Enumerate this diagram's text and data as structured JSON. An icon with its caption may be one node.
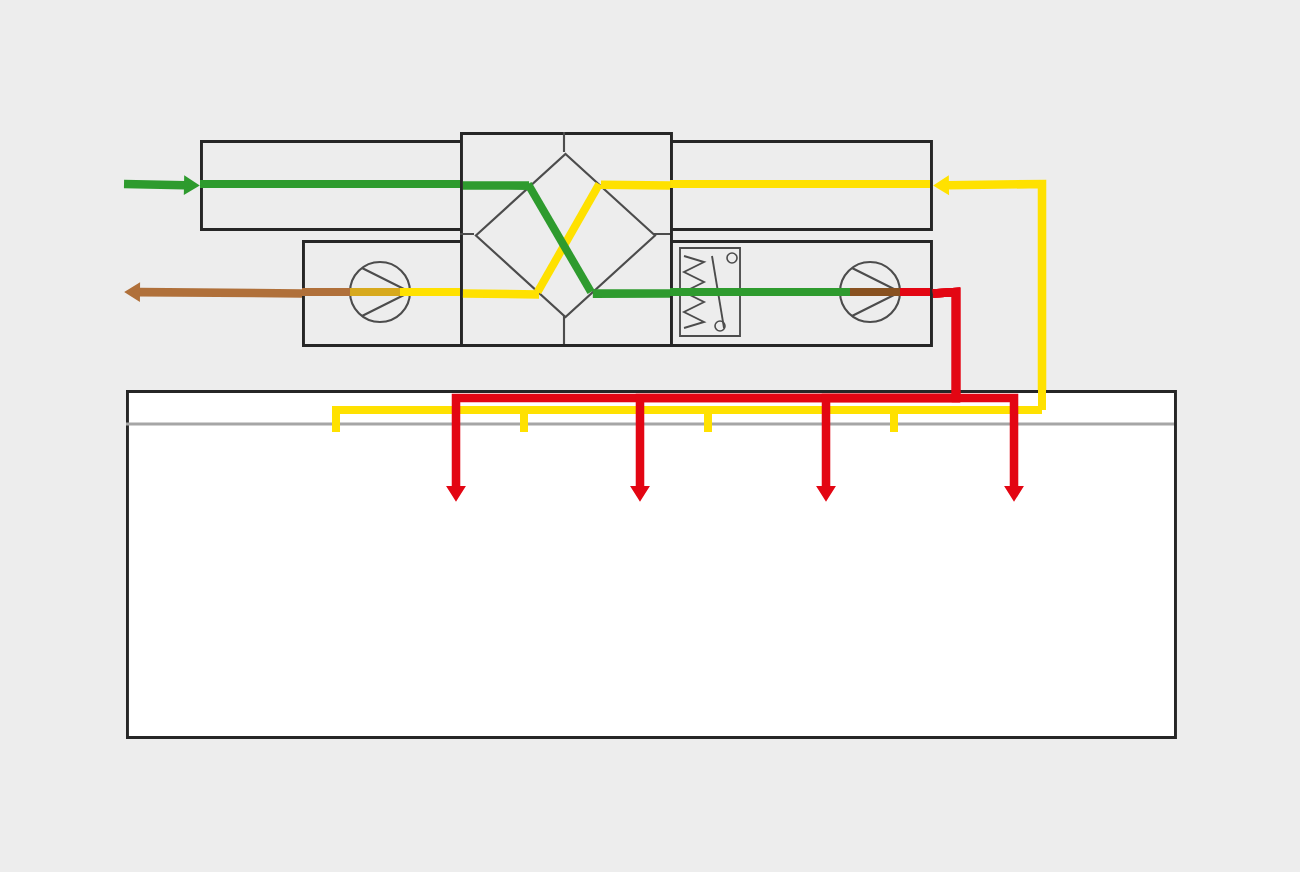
{
  "diagram": {
    "nodes": [
      {
        "text": [],
        "shape": "box"
      },
      {
        "text": [],
        "shape": "box"
      },
      {
        "text": [],
        "shape": "box"
      },
      {
        "text": [],
        "shape": "diamond",
        "in": 2
      },
      {
        "text": [],
        "shape": "box"
      },
      {
        "text": [],
        "shape": "box"
      },
      {
        "text": [],
        "shape": "box"
      }
    ],
    "edges": [
      {
        "from": null,
        "to": 0,
        "arrow": "to",
        "color": "#2e9b2e"
      },
      {
        "from": 1,
        "to": null,
        "arrow": "to",
        "color": "#b0703a"
      },
      {
        "from": 6,
        "to": 4,
        "arrow": "to",
        "color": "#ffe100"
      },
      {
        "from": 5,
        "to": 6,
        "arrow": "to",
        "color": "#e30613"
      },
      {
        "from": 5,
        "to": 6,
        "arrow": "to",
        "color": "#e30613"
      },
      {
        "from": 5,
        "to": 6,
        "arrow": "to",
        "color": "#e30613"
      },
      {
        "from": 5,
        "to": 6,
        "arrow": "to",
        "color": "#e30613"
      },
      {
        "from": 0,
        "to": 3,
        "arrow": "none",
        "color": "#2e9b2e"
      },
      {
        "from": 3,
        "to": 5,
        "arrow": "none",
        "color": "#2e9b2e"
      },
      {
        "from": 4,
        "to": 3,
        "arrow": "none",
        "color": "#ffe100"
      },
      {
        "from": 3,
        "to": 1,
        "arrow": "none",
        "color": "#ffe100"
      }
    ]
  }
}
